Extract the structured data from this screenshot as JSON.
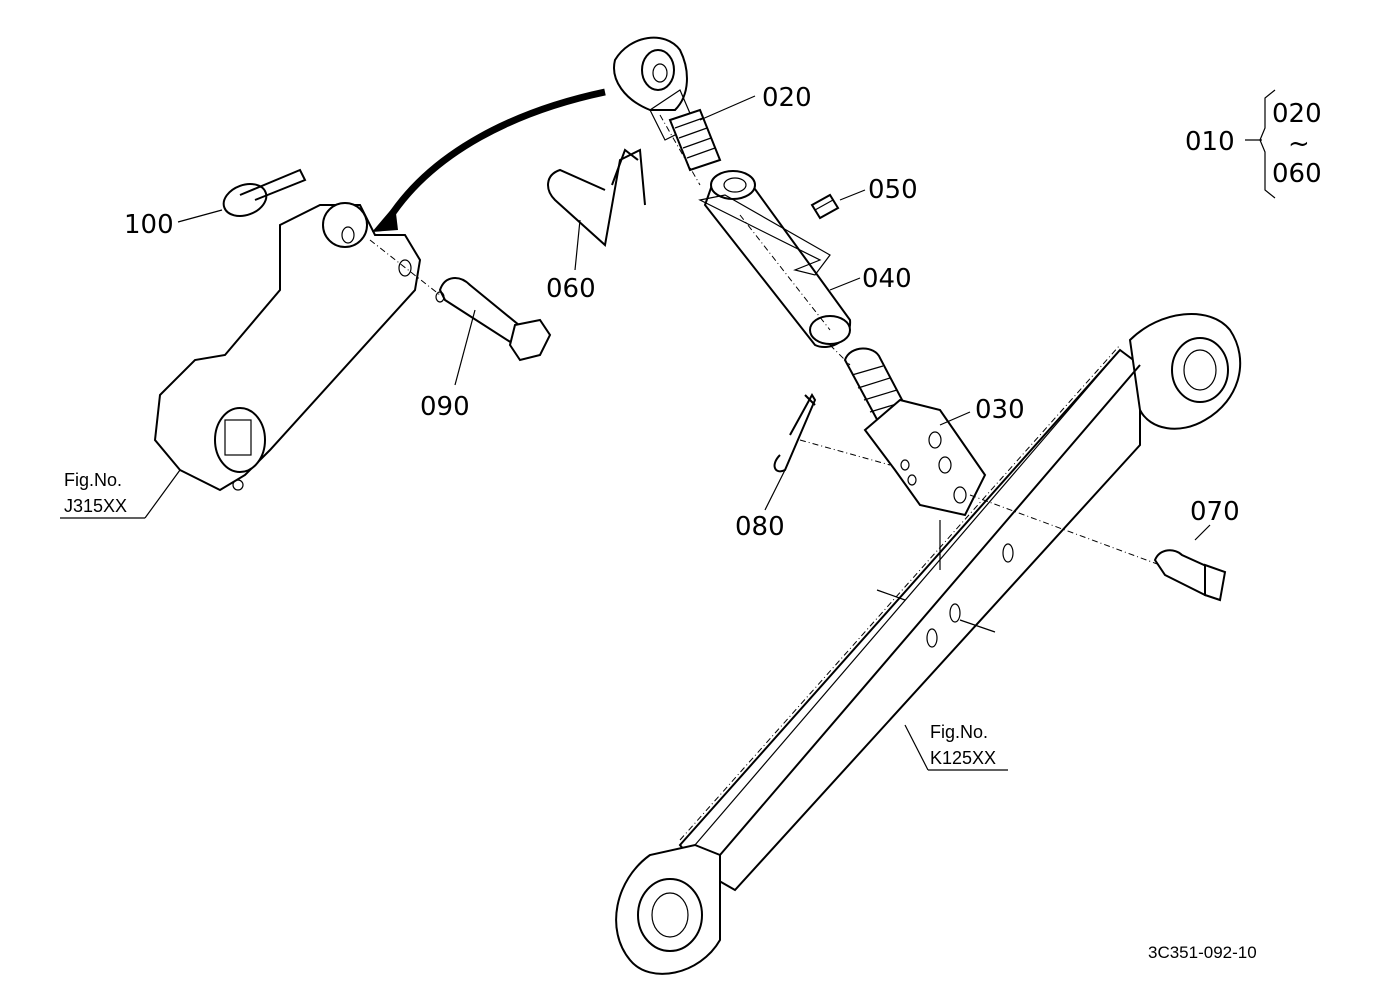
{
  "callouts": {
    "p010": "010",
    "p020": "020",
    "p030": "030",
    "p040": "040",
    "p050": "050",
    "p060": "060",
    "p070": "070",
    "p080": "080",
    "p090": "090",
    "p100": "100"
  },
  "assembly_range": {
    "from": "020",
    "tilde": "~",
    "to": "060"
  },
  "figure_refs": {
    "upper_prefix": "Fig.No.",
    "upper_code": "J315XX",
    "lower_prefix": "Fig.No.",
    "lower_code": "K125XX"
  },
  "drawing_number": "3C351-092-10"
}
